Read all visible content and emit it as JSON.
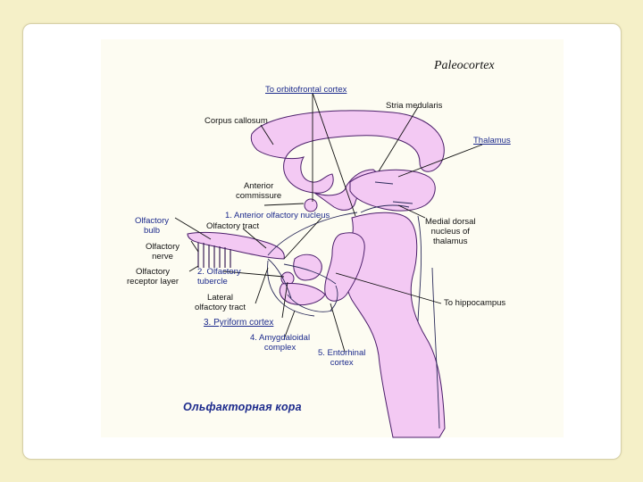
{
  "title": "Paleocortex",
  "russian_title": "Ольфакторная кора",
  "colors": {
    "tissue": "#f3c9f3",
    "outline": "#4b1e6a",
    "label_blue": "#1c2a8c",
    "slide_bg": "#f5f0c8"
  },
  "labels": {
    "to_orbitofrontal": "To orbitofrontal cortex",
    "stria_medularis": "Stria medularis",
    "corpus_callosum": "Corpus callosum",
    "thalamus": "Thalamus",
    "anterior_commissure": "Anterior\ncommissure",
    "olfactory_bulb": "Olfactory\nbulb",
    "anterior_olfactory_nucleus": "1. Anterior olfactory nucleus",
    "olfactory_tract": "Olfactory tract",
    "medial_dorsal": "Medial dorsal\nnucleus of\nthalamus",
    "olfactory_nerve": "Olfactory\nnerve",
    "olfactory_receptor_layer": "Olfactory\nreceptor layer",
    "olfactory_tubercle": "2. Olfactory\ntubercle",
    "lateral_olfactory_tract": "Lateral\nolfactory tract",
    "to_hippocampus": "To hippocampus",
    "pyriform_cortex": "3. Pyriform cortex",
    "amygdaloidal_complex": "4. Amygdaloidal\ncomplex",
    "entorhinal_cortex": "5. Entorhinal\ncortex"
  }
}
